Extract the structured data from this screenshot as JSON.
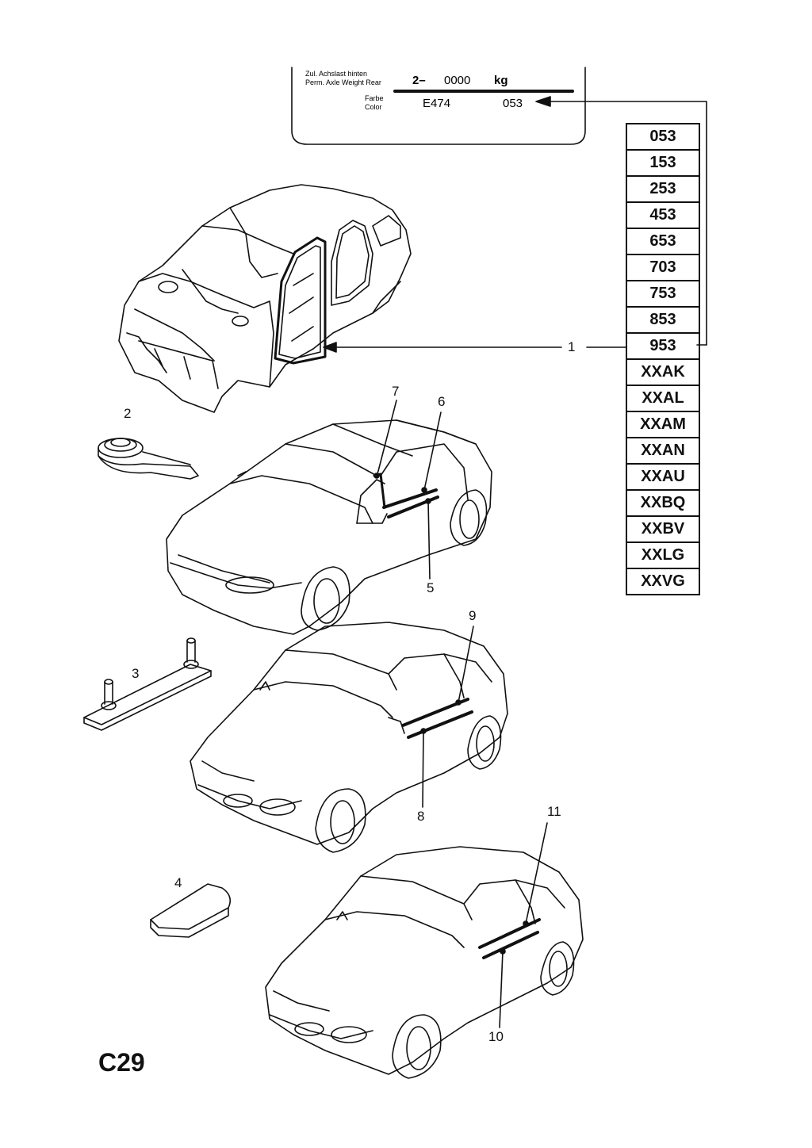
{
  "plate": {
    "axle_label_de": "Zul. Achslast hinten",
    "axle_label_en": "Perm. Axle Weight Rear",
    "axle_prefix": "2–",
    "axle_value": "0000",
    "axle_unit": "kg",
    "color_label_de": "Farbe",
    "color_label_en": "Color",
    "color_code": "E474",
    "color_number": "053"
  },
  "color_codes": [
    "053",
    "153",
    "253",
    "453",
    "653",
    "703",
    "753",
    "853",
    "953",
    "XXAK",
    "XXAL",
    "XXAM",
    "XXAN",
    "XXAU",
    "XXBQ",
    "XXBV",
    "XXLG",
    "XXVG"
  ],
  "callouts": {
    "c1": "1",
    "c2": "2",
    "c3": "3",
    "c4": "4",
    "c5": "5",
    "c6": "6",
    "c7": "7",
    "c8": "8",
    "c9": "9",
    "c10": "10",
    "c11": "11"
  },
  "page_id": "C29"
}
